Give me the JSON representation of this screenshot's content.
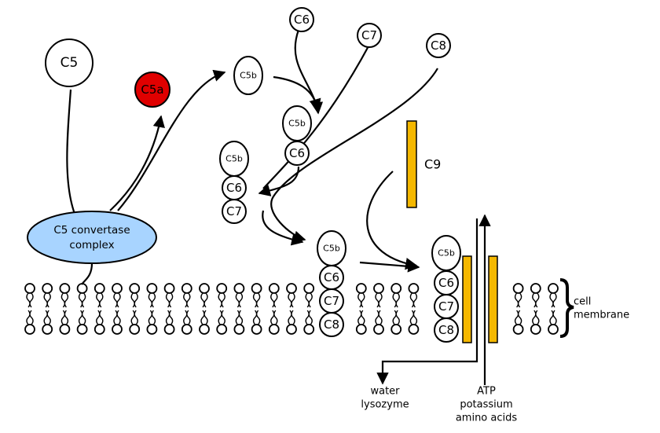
{
  "complement": {
    "c5": "C5",
    "c5a": "C5a",
    "c5b": "C5b",
    "c6": "C6",
    "c7": "C7",
    "c8": "C8",
    "c9": "C9"
  },
  "convertase": {
    "line1": "C5 convertase",
    "line2": "complex"
  },
  "membrane": {
    "line1": "cell",
    "line2": "membrane"
  },
  "outflow": {
    "left_line1": "water",
    "left_line2": "lysozyme",
    "right_line1": "ATP",
    "right_line2": "potassium",
    "right_line3": "amino acids"
  },
  "colors": {
    "c5a_fill": "#e00000",
    "convertase_fill": "#a8d4ff",
    "c9_fill": "#f5b800"
  }
}
